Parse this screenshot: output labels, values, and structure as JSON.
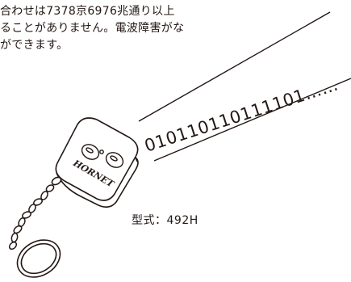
{
  "description": {
    "lines": [
      "合わせは7378京6976兆通り以上",
      "ることがありません。電波障害がな",
      "ができます。"
    ]
  },
  "signal": {
    "code_text": "010110110111101……",
    "icon": "radio-wave-beam"
  },
  "remote": {
    "brand_logo": "HORNET",
    "icon": "car-remote-keyfob",
    "model_label": "型式：492H"
  },
  "colors": {
    "ink": "#231815",
    "background": "#ffffff"
  }
}
